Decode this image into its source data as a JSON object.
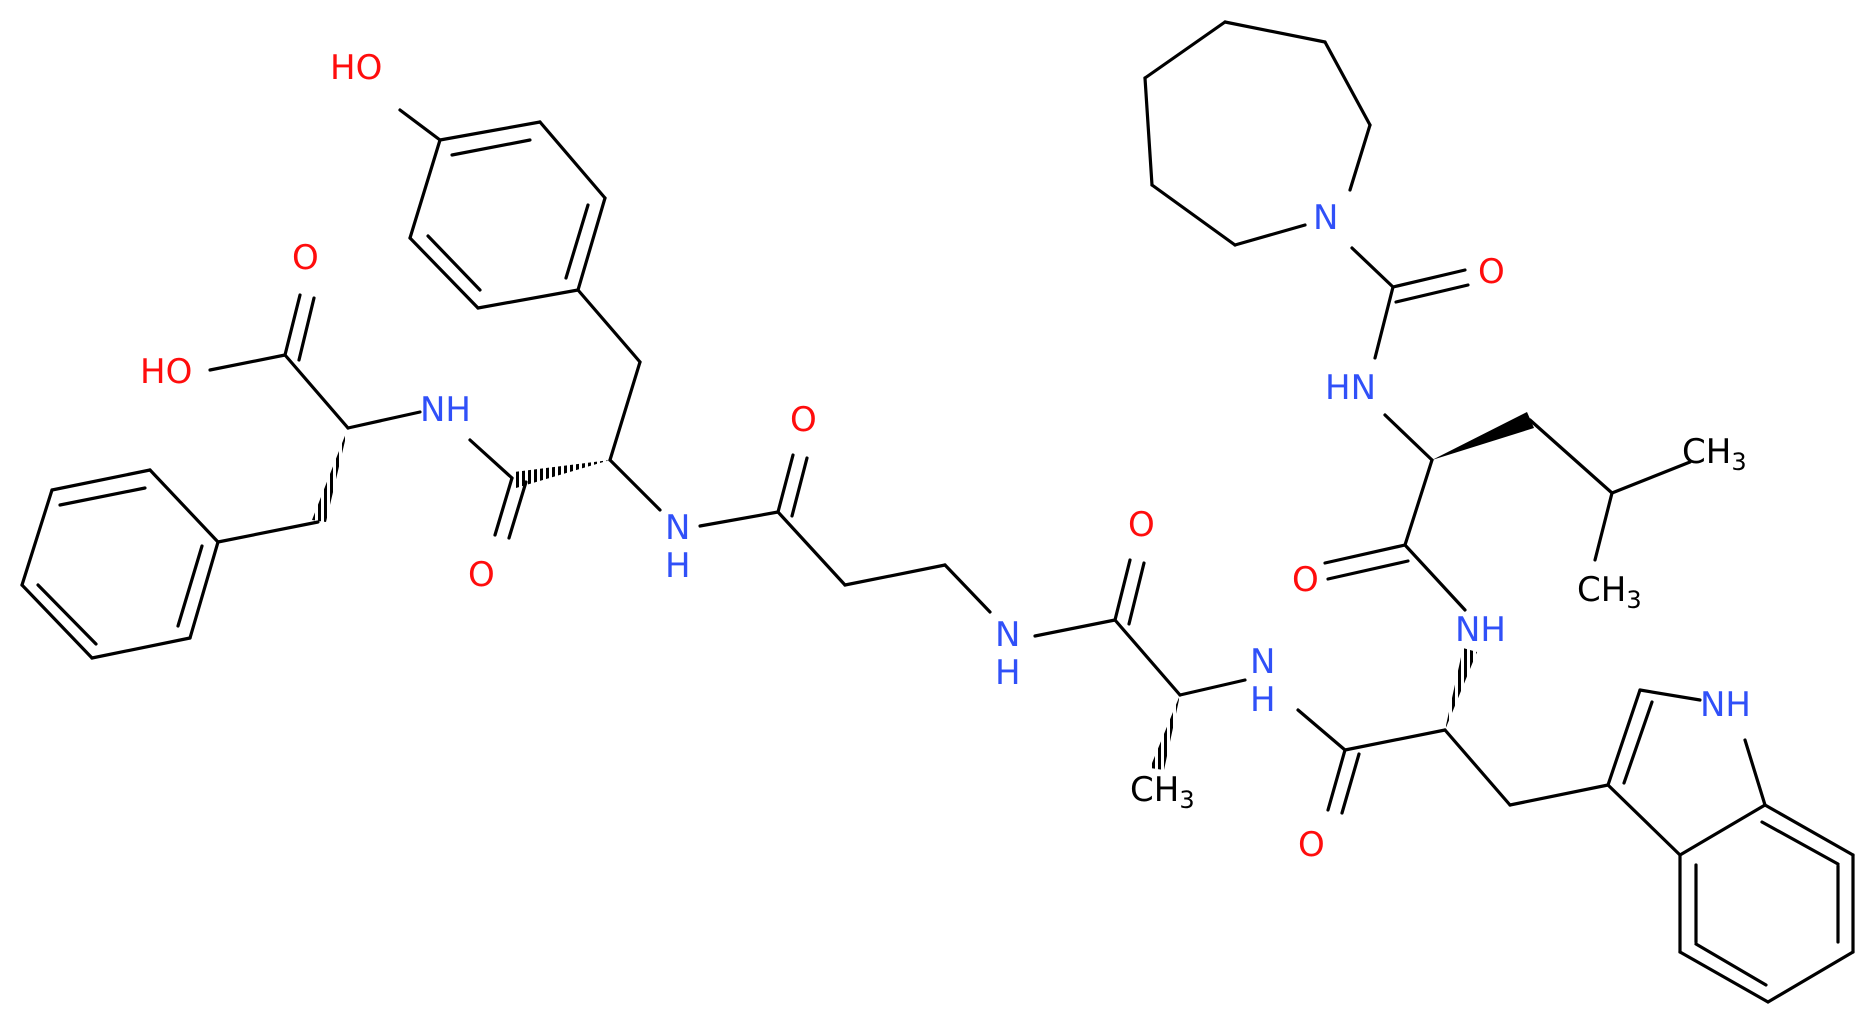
{
  "colors": {
    "bond": "#000000",
    "oxygen": "#ff0d0d",
    "nitrogen": "#3050f8",
    "carbon": "#000000"
  },
  "atoms": {
    "ho_top": "HO",
    "o_acid_dbl": "O",
    "ho_acid": "HO",
    "nh_1": "NH",
    "o_1": "O",
    "nh_2": "N",
    "nh_2_h": "H",
    "o_2": "O",
    "nh_3": "N",
    "nh_3_h": "H",
    "o_3": "O",
    "nh_4": "N",
    "nh_4_h": "H",
    "ch3_ala": "CH",
    "ch3_ala_sub": "3",
    "o_4": "O",
    "nh_5": "NH",
    "o_5": "O",
    "nh_6": "HN",
    "n_ring": "N",
    "o_6": "O",
    "ch3_a": "CH",
    "ch3_a_sub": "3",
    "ch3_b": "CH",
    "ch3_b_sub": "3",
    "nh_indole": "NH"
  }
}
